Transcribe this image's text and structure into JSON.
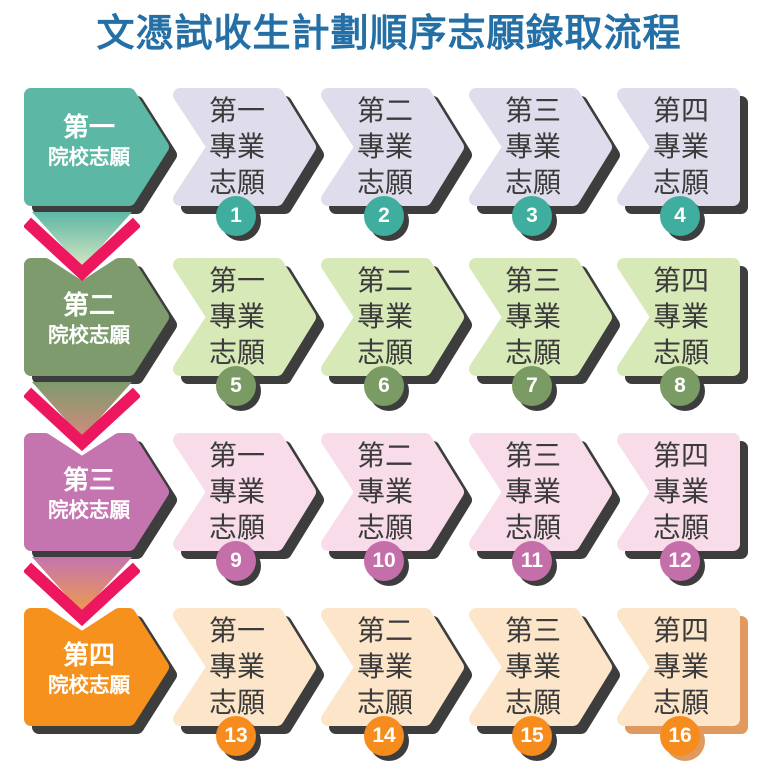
{
  "title": {
    "text": "文憑試收生計劃順序志願錄取流程",
    "color": "#2470a6"
  },
  "arrow": {
    "icon": "down-chevron-arrow",
    "v_color": "#ec175f"
  },
  "rows": [
    {
      "institution": {
        "line1": "第一",
        "line2": "院校志願"
      },
      "colors": {
        "block": "#5cb7a5",
        "light": "#dfddeb",
        "circle": "#3fae9e",
        "shadow": "#3d3d3d",
        "text_dark": "#3b3b3b"
      },
      "connector": {
        "icon": "down-chevron-arrow",
        "top": "#5cb7a5",
        "bottom": "#d9e7c3"
      },
      "majors": [
        {
          "lines": [
            "第一",
            "專業",
            "志願"
          ],
          "num": "1"
        },
        {
          "lines": [
            "第二",
            "專業",
            "志願"
          ],
          "num": "2"
        },
        {
          "lines": [
            "第三",
            "專業",
            "志願"
          ],
          "num": "3"
        },
        {
          "lines": [
            "第四",
            "專業",
            "志願"
          ],
          "num": "4"
        }
      ]
    },
    {
      "institution": {
        "line1": "第二",
        "line2": "院校志願"
      },
      "colors": {
        "block": "#7d9b6d",
        "light": "#d7e9b7",
        "circle": "#7a9b63",
        "shadow": "#3d3d3d",
        "text_dark": "#3b3b3b"
      },
      "connector": {
        "icon": "down-chevron-arrow",
        "top": "#7d9b6d",
        "bottom": "#d28b7d"
      },
      "majors": [
        {
          "lines": [
            "第一",
            "專業",
            "志願"
          ],
          "num": "5"
        },
        {
          "lines": [
            "第二",
            "專業",
            "志願"
          ],
          "num": "6"
        },
        {
          "lines": [
            "第三",
            "專業",
            "志願"
          ],
          "num": "7"
        },
        {
          "lines": [
            "第四",
            "專業",
            "志願"
          ],
          "num": "8"
        }
      ]
    },
    {
      "institution": {
        "line1": "第三",
        "line2": "院校志願"
      },
      "colors": {
        "block": "#c474ae",
        "light": "#f8dcea",
        "circle": "#c46fa9",
        "shadow": "#3d3d3d",
        "text_dark": "#3b3b3b"
      },
      "connector": {
        "icon": "down-chevron-arrow",
        "top": "#c474ae",
        "bottom": "#ee9b4d"
      },
      "majors": [
        {
          "lines": [
            "第一",
            "專業",
            "志願"
          ],
          "num": "9"
        },
        {
          "lines": [
            "第二",
            "專業",
            "志願"
          ],
          "num": "10"
        },
        {
          "lines": [
            "第三",
            "專業",
            "志願"
          ],
          "num": "11"
        },
        {
          "lines": [
            "第四",
            "專業",
            "志願"
          ],
          "num": "12"
        }
      ]
    },
    {
      "institution": {
        "line1": "第四",
        "line2": "院校志願"
      },
      "colors": {
        "block": "#f6911e",
        "light": "#fce5c8",
        "circle": "#f68c1d",
        "shadow": "#3d3d3d",
        "text_dark": "#3b3b3b"
      },
      "majors": [
        {
          "lines": [
            "第一",
            "專業",
            "志願"
          ],
          "num": "13"
        },
        {
          "lines": [
            "第二",
            "專業",
            "志願"
          ],
          "num": "14"
        },
        {
          "lines": [
            "第三",
            "專業",
            "志願"
          ],
          "num": "15"
        },
        {
          "lines": [
            "第四",
            "專業",
            "志願"
          ],
          "num": "16",
          "shadow": "#e09a5f"
        }
      ]
    }
  ]
}
